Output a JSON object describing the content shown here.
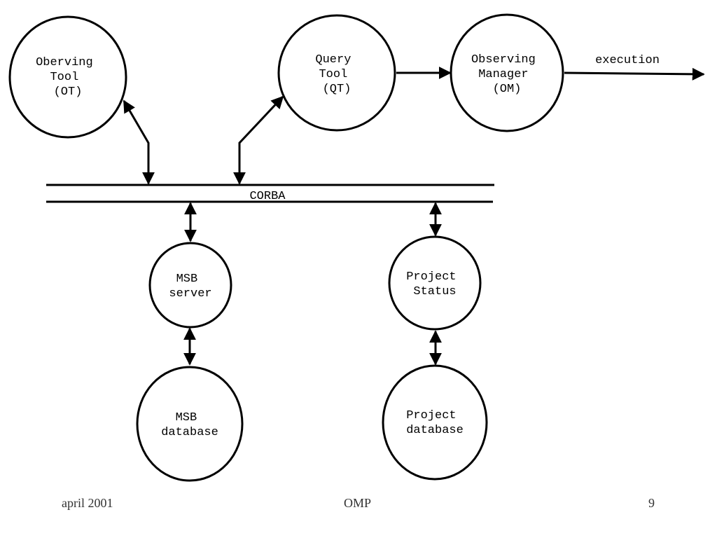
{
  "nodes": {
    "ot": {
      "lines": [
        "Oberving",
        "Tool",
        "(OT)"
      ]
    },
    "qt": {
      "lines": [
        "Query",
        "Tool",
        "(QT)"
      ]
    },
    "om": {
      "lines": [
        "Observing",
        "Manager",
        "(OM)"
      ]
    },
    "msb_server": {
      "lines": [
        "MSB",
        "server"
      ]
    },
    "msb_database": {
      "lines": [
        "MSB",
        "database"
      ]
    },
    "project_status": {
      "lines": [
        "Project",
        "Status"
      ]
    },
    "project_database": {
      "lines": [
        "Project",
        "database"
      ]
    }
  },
  "bus": {
    "label": "CORBA"
  },
  "output": {
    "label": "execution"
  },
  "footer": {
    "left": "april 2001",
    "center": "OMP",
    "right": "9"
  },
  "colors": {
    "stroke": "#000000",
    "background": "#ffffff",
    "footer_text": "#333333"
  }
}
